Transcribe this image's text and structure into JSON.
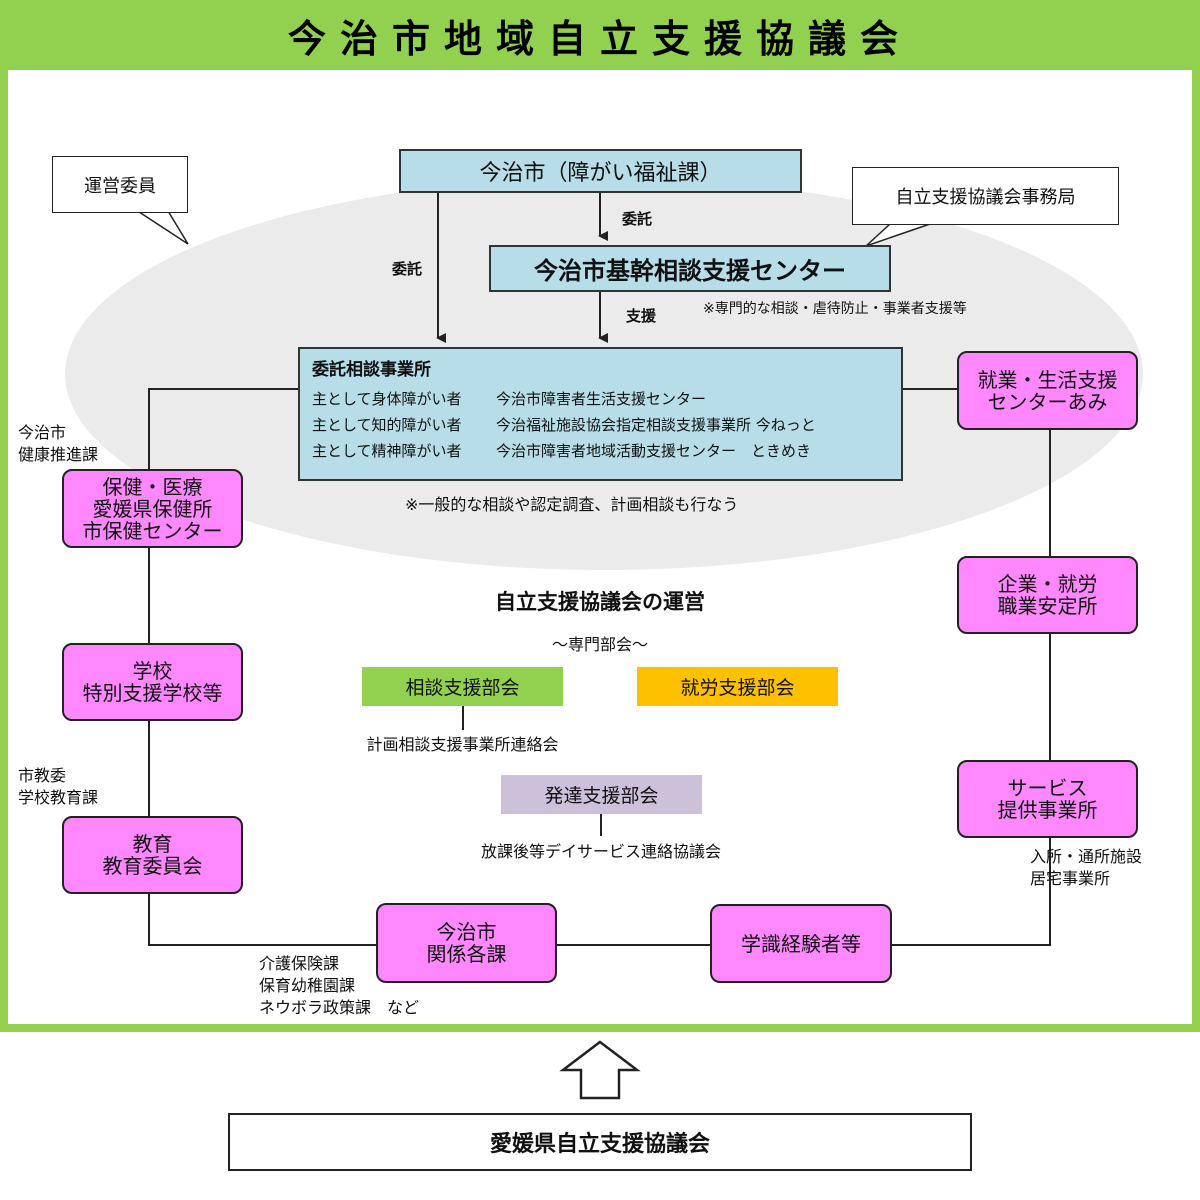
{
  "title": "今治市地域自立支援協議会",
  "city_dept": "今治市（障がい福祉課）",
  "core_center": "今治市基幹相談支援センター",
  "callouts": {
    "steering": "運営委員",
    "secretariat": "自立支援協議会事務局"
  },
  "edges": {
    "entrust_left": "委託",
    "entrust_center": "委託",
    "support": "支援"
  },
  "core_note": "※専門的な相談・虐待防止・事業者支援等",
  "consign": {
    "heading": "委託相談事業所",
    "rows": [
      {
        "target": "主として身体障がい者",
        "provider": "今治市障害者生活支援センター"
      },
      {
        "target": "主として知的障がい者",
        "provider": "今治福祉施設協会指定相談支援事業所 今ねっと"
      },
      {
        "target": "主として精神障がい者",
        "provider": "今治市障害者地域活動支援センター　ときめき"
      }
    ],
    "note": "※一般的な相談や認定調査、計画相談も行なう"
  },
  "left_nodes": [
    {
      "label": "今治市\n健康推進課",
      "box": "保健・医療\n愛媛県保健所\n市保健センター"
    },
    {
      "label": "",
      "box": "学校\n特別支援学校等"
    },
    {
      "label": "市教委\n学校教育課",
      "box": "教育\n教育委員会"
    }
  ],
  "right_nodes": [
    {
      "box": "就業・生活支援\nセンターあみ"
    },
    {
      "box": "企業・就労\n職業安定所"
    },
    {
      "box": "サービス\n提供事業所",
      "label": "入所・通所施設\n居宅事業所"
    }
  ],
  "bottom_nodes": {
    "city_depts": "今治市\n関係各課",
    "city_depts_label": "介護保険課\n保育幼稚園課\nネウボラ政策課　など",
    "experts": "学識経験者等"
  },
  "operation": {
    "heading": "自立支援協議会の運営",
    "sub": "～専門部会～",
    "committees": [
      {
        "name": "相談支援部会",
        "color": "#92d050",
        "child": "計画相談支援事業所連絡会"
      },
      {
        "name": "就労支援部会",
        "color": "#ffc000",
        "child": ""
      },
      {
        "name": "発達支援部会",
        "color": "#ccc0da",
        "child": "放課後等デイサービス連絡協議会"
      }
    ]
  },
  "prefecture": "愛媛県自立支援協議会",
  "colors": {
    "frame": "#92d050",
    "blue_box": "#b7dde8",
    "pink_box": "#ff88ff",
    "ellipse": "#ebebeb"
  }
}
